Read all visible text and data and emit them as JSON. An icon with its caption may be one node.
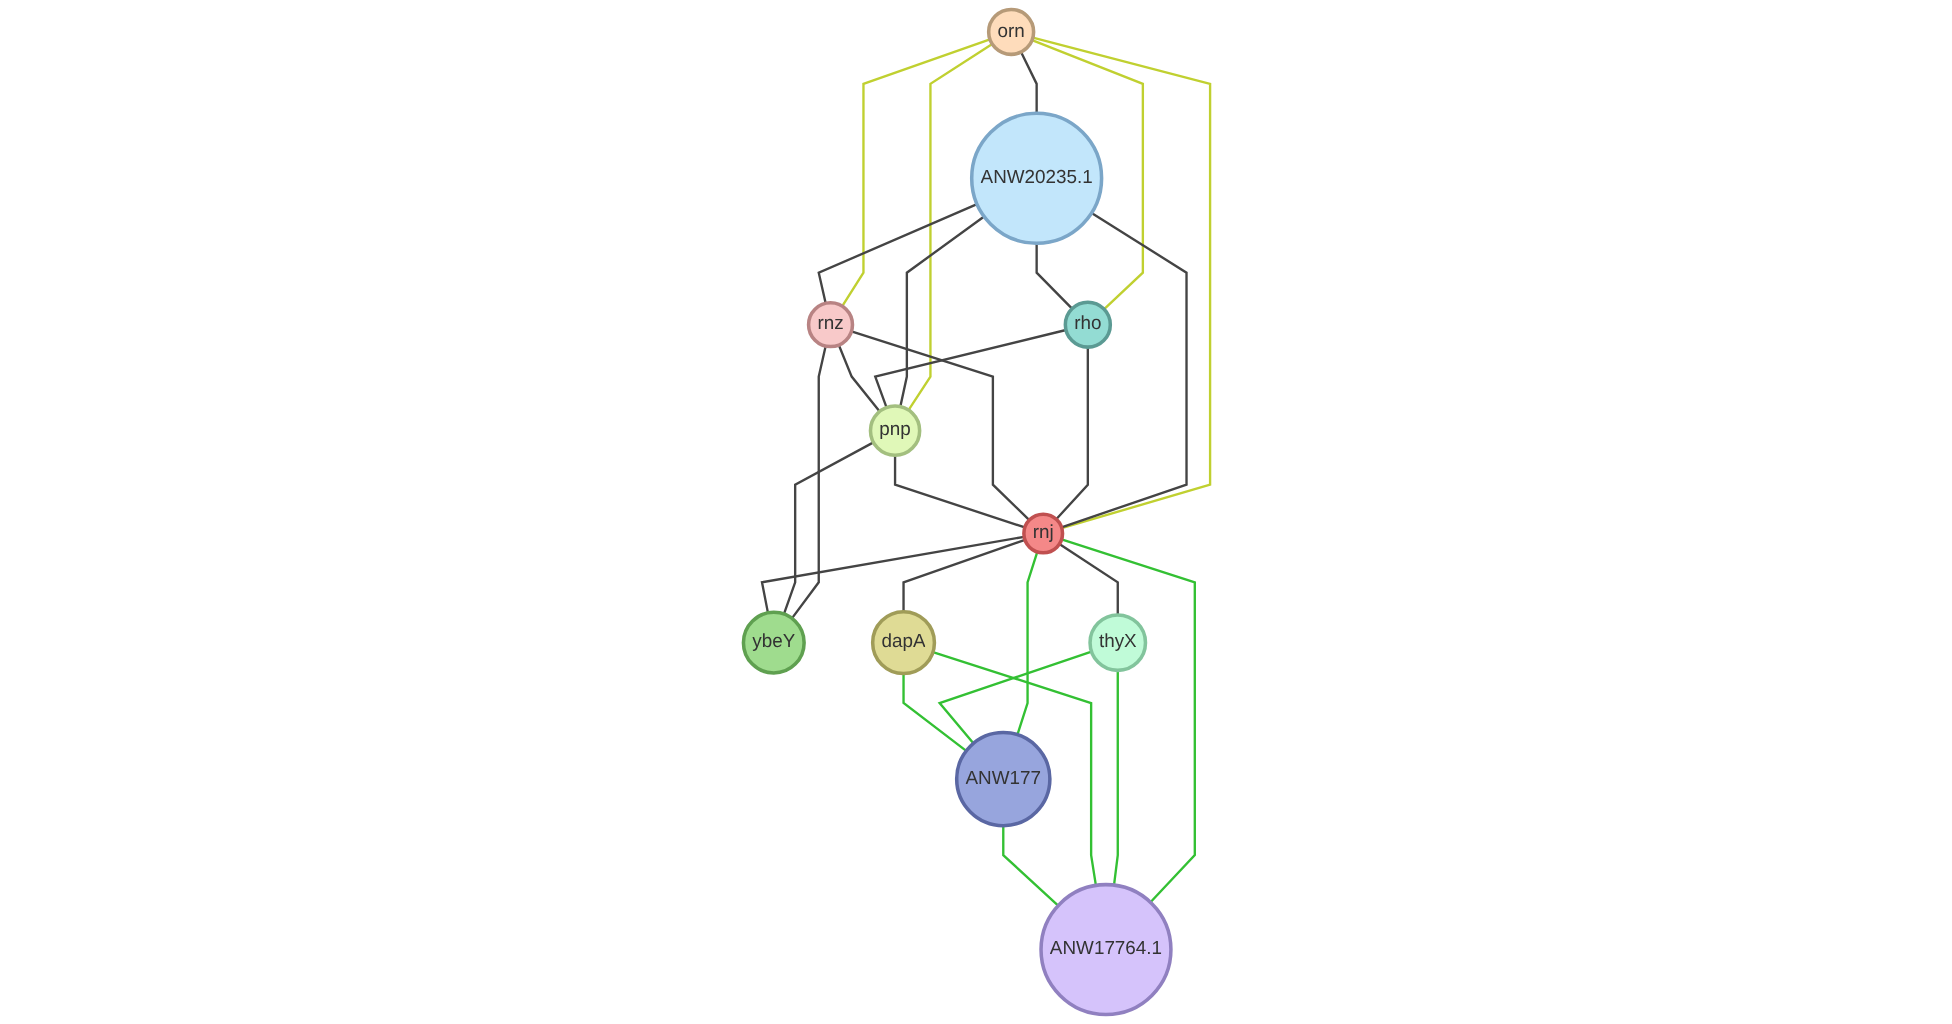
{
  "diagram": {
    "nodes": [
      {
        "text": [
          "orn"
        ]
      },
      {
        "text": [
          "ANW20235.1"
        ]
      },
      {
        "text": [
          "rnz"
        ]
      },
      {
        "text": [
          "rho"
        ]
      },
      {
        "text": [
          "pnp"
        ]
      },
      {
        "text": [
          "ybeY"
        ]
      },
      {
        "text": [
          "rnj"
        ]
      },
      {
        "text": [
          "thyX"
        ]
      },
      {
        "text": [
          "dapA"
        ]
      },
      {
        "text": [
          "ANW17764.1"
        ]
      },
      {
        "text": [
          "ANW177"
        ]
      }
    ],
    "edges": [
      {
        "from": 0,
        "to": 1,
        "arrow": "none"
      },
      {
        "from": 0,
        "to": 3,
        "arrow": "none",
        "color": "#c0d030"
      },
      {
        "from": 0,
        "to": 6,
        "arrow": "none",
        "color": "#c0d030"
      },
      {
        "from": 0,
        "to": 4,
        "arrow": "none",
        "color": "#c0d030"
      },
      {
        "from": 0,
        "to": 2,
        "arrow": "none",
        "color": "#c0d030"
      },
      {
        "from": 1,
        "to": 3,
        "arrow": "none"
      },
      {
        "from": 1,
        "to": 2,
        "arrow": "none"
      },
      {
        "from": 1,
        "to": 4,
        "arrow": "none"
      },
      {
        "from": 1,
        "to": 6,
        "arrow": "none"
      },
      {
        "from": 3,
        "to": 4,
        "arrow": "none"
      },
      {
        "from": 3,
        "to": 6,
        "arrow": "none"
      },
      {
        "from": 2,
        "to": 4,
        "arrow": "none"
      },
      {
        "from": 2,
        "to": 5,
        "arrow": "none"
      },
      {
        "from": 2,
        "to": 6,
        "arrow": "none"
      },
      {
        "from": 4,
        "to": 5,
        "arrow": "none"
      },
      {
        "from": 4,
        "to": 6,
        "arrow": "none"
      },
      {
        "from": 6,
        "to": 5,
        "arrow": "none"
      },
      {
        "from": 6,
        "to": 7,
        "arrow": "none"
      },
      {
        "from": 6,
        "to": 8,
        "arrow": "none"
      },
      {
        "from": 6,
        "to": 9,
        "arrow": "none",
        "color": "#33c033"
      },
      {
        "from": 6,
        "to": 10,
        "arrow": "none",
        "color": "#33c033"
      },
      {
        "from": 7,
        "to": 9,
        "arrow": "none",
        "color": "#33c033"
      },
      {
        "from": 7,
        "to": 10,
        "arrow": "none",
        "color": "#33c033"
      },
      {
        "from": 8,
        "to": 9,
        "arrow": "none",
        "color": "#33c033"
      },
      {
        "from": 8,
        "to": 10,
        "arrow": "none",
        "color": "#33c033"
      },
      {
        "from": 10,
        "to": 9,
        "arrow": "none",
        "color": "#33c033"
      }
    ]
  }
}
